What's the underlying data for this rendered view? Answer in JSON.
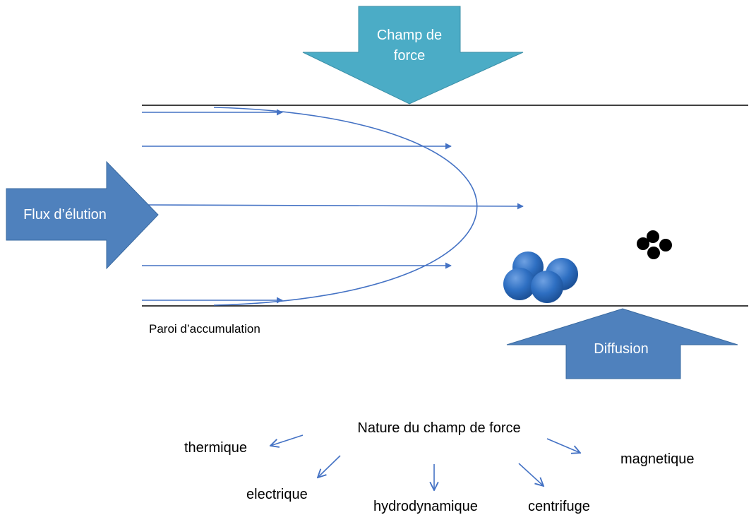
{
  "labels": {
    "champ_line1": "Champ de",
    "champ_line2": "force",
    "flux": "Flux d’élution",
    "diffusion": "Diffusion",
    "paroi": "Paroi d’accumulation",
    "nature": "Nature du champ de force"
  },
  "field_types": {
    "thermique": "thermique",
    "electrique": "electrique",
    "hydrodynamique": "hydrodynamique",
    "centrifuge": "centrifuge",
    "magnetique": "magnetique"
  },
  "colors": {
    "champ_arrow": "#4BACC6",
    "flux_arrow": "#4F81BD",
    "flow_lines": "#4472C4",
    "particles_large": "#2E6FC2",
    "particles_small": "#000000"
  }
}
